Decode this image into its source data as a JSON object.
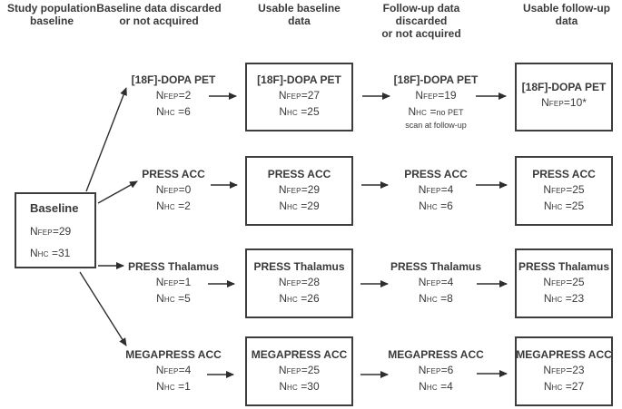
{
  "colors": {
    "text": "#3a3a3a",
    "border": "#3d3d3d",
    "arrow": "#2e2e2e",
    "background": "#ffffff"
  },
  "flow": {
    "headers": [
      {
        "label": "Study population\nbaseline"
      },
      {
        "label": "Baseline data discarded\nor not acquired"
      },
      {
        "label": "Usable baseline\ndata"
      },
      {
        "label": "Follow-up data discarded\nor not acquired"
      },
      {
        "label": "Usable follow-up\ndata"
      }
    ],
    "baseline": {
      "title": "Baseline",
      "lines": [
        {
          "n": "N",
          "sub": "FEP",
          "eq": "=29"
        },
        {
          "n": "N",
          "sub": "HC",
          "eq": " =31"
        }
      ]
    },
    "rows": [
      {
        "modality": "[18F]-DOPA PET",
        "discarded_baseline": {
          "title": "[18F]-DOPA PET",
          "lines": [
            {
              "n": "N",
              "sub": "FEP",
              "eq": "=2"
            },
            {
              "n": "N",
              "sub": "HC",
              "eq": " =6"
            }
          ]
        },
        "usable_baseline": {
          "title": "[18F]-DOPA PET",
          "lines": [
            {
              "n": "N",
              "sub": "FEP",
              "eq": "=27"
            },
            {
              "n": "N",
              "sub": "HC",
              "eq": " =25"
            }
          ]
        },
        "discarded_followup": {
          "title": "[18F]-DOPA PET",
          "lines": [
            {
              "n": "N",
              "sub": "FEP",
              "eq": "=19"
            },
            {
              "n": "N",
              "sub": "HC",
              "eq": " =",
              "small": "no PET",
              "note": "scan at follow-up"
            }
          ]
        },
        "usable_followup": {
          "title": "[18F]-DOPA PET",
          "lines": [
            {
              "n": "N",
              "sub": "FEP",
              "eq": "=10*"
            }
          ]
        }
      },
      {
        "modality": "PRESS ACC",
        "discarded_baseline": {
          "title": "PRESS ACC",
          "lines": [
            {
              "n": "N",
              "sub": "FEP",
              "eq": "=0"
            },
            {
              "n": "N",
              "sub": "HC",
              "eq": " =2"
            }
          ]
        },
        "usable_baseline": {
          "title": "PRESS ACC",
          "lines": [
            {
              "n": "N",
              "sub": "FEP",
              "eq": "=29"
            },
            {
              "n": "N",
              "sub": "HC",
              "eq": " =29"
            }
          ]
        },
        "discarded_followup": {
          "title": "PRESS ACC",
          "lines": [
            {
              "n": "N",
              "sub": "FEP",
              "eq": "=4"
            },
            {
              "n": "N",
              "sub": "HC",
              "eq": " =6"
            }
          ]
        },
        "usable_followup": {
          "title": "PRESS ACC",
          "lines": [
            {
              "n": "N",
              "sub": "FEP",
              "eq": "=25"
            },
            {
              "n": "N",
              "sub": "HC",
              "eq": " =25"
            }
          ]
        }
      },
      {
        "modality": "PRESS Thalamus",
        "discarded_baseline": {
          "title": "PRESS Thalamus",
          "lines": [
            {
              "n": "N",
              "sub": "FEP",
              "eq": "=1"
            },
            {
              "n": "N",
              "sub": "HC",
              "eq": " =5"
            }
          ]
        },
        "usable_baseline": {
          "title": "PRESS Thalamus",
          "lines": [
            {
              "n": "N",
              "sub": "FEP",
              "eq": "=28"
            },
            {
              "n": "N",
              "sub": "HC",
              "eq": " =26"
            }
          ]
        },
        "discarded_followup": {
          "title": "PRESS Thalamus",
          "lines": [
            {
              "n": "N",
              "sub": "FEP",
              "eq": "=4"
            },
            {
              "n": "N",
              "sub": "HC",
              "eq": " =8"
            }
          ]
        },
        "usable_followup": {
          "title": "PRESS Thalamus",
          "lines": [
            {
              "n": "N",
              "sub": "FEP",
              "eq": "=25"
            },
            {
              "n": "N",
              "sub": "HC",
              "eq": " =23"
            }
          ]
        }
      },
      {
        "modality": "MEGAPRESS ACC",
        "discarded_baseline": {
          "title": "MEGAPRESS ACC",
          "lines": [
            {
              "n": "N",
              "sub": "FEP",
              "eq": "=4"
            },
            {
              "n": "N",
              "sub": "HC",
              "eq": " =1"
            }
          ]
        },
        "usable_baseline": {
          "title": "MEGAPRESS ACC",
          "lines": [
            {
              "n": "N",
              "sub": "FEP",
              "eq": "=25"
            },
            {
              "n": "N",
              "sub": "HC",
              "eq": " =30"
            }
          ]
        },
        "discarded_followup": {
          "title": "MEGAPRESS ACC",
          "lines": [
            {
              "n": "N",
              "sub": "FEP",
              "eq": "=6"
            },
            {
              "n": "N",
              "sub": "HC",
              "eq": " =4"
            }
          ]
        },
        "usable_followup": {
          "title": "MEGAPRESS ACC",
          "lines": [
            {
              "n": "N",
              "sub": "FEP",
              "eq": "=23"
            },
            {
              "n": "N",
              "sub": "HC",
              "eq": " =27"
            }
          ]
        }
      }
    ]
  }
}
